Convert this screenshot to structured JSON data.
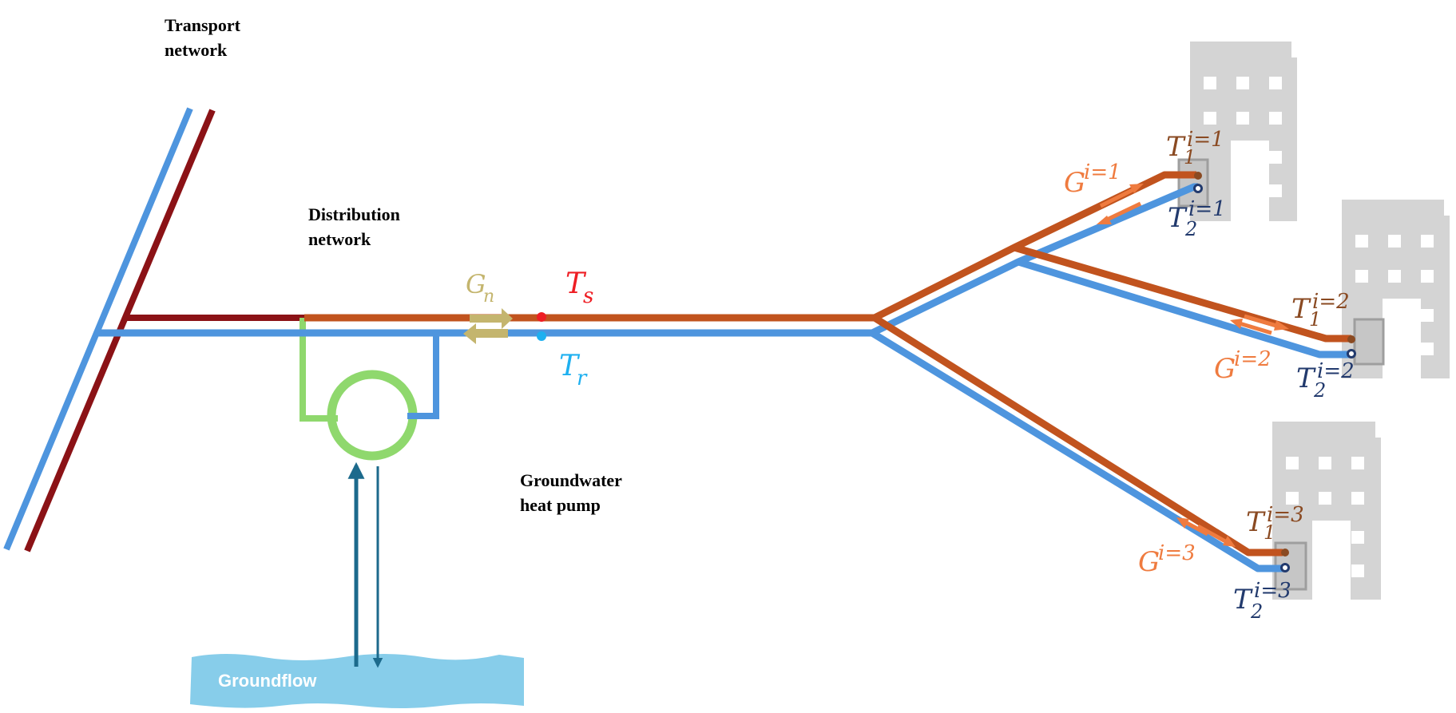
{
  "labels": {
    "transport": [
      "Transport",
      "network"
    ],
    "distribution": [
      "Distribution",
      "network"
    ],
    "heat_pump": [
      "Groundwater",
      "heat pump"
    ],
    "groundflow": "Groundflow"
  },
  "network_symbols": {
    "gn": {
      "base": "G",
      "sub": "n"
    },
    "ts": {
      "base": "T",
      "sub": "s"
    },
    "tr": {
      "base": "T",
      "sub": "r"
    }
  },
  "buildings": [
    {
      "flow": {
        "base": "G",
        "sup": "i=1"
      },
      "t1": {
        "base": "T",
        "sub": "1",
        "sup": "i=1"
      },
      "t2": {
        "base": "T",
        "sub": "2",
        "sup": "i=1"
      }
    },
    {
      "flow": {
        "base": "G",
        "sup": "i=2"
      },
      "t1": {
        "base": "T",
        "sub": "1",
        "sup": "i=2"
      },
      "t2": {
        "base": "T",
        "sub": "2",
        "sup": "i=2"
      }
    },
    {
      "flow": {
        "base": "G",
        "sup": "i=3"
      },
      "t1": {
        "base": "T",
        "sub": "1",
        "sup": "i=3"
      },
      "t2": {
        "base": "T",
        "sub": "2",
        "sup": "i=3"
      }
    }
  ],
  "colors": {
    "supply_pipe": "#c1531e",
    "return_pipe": "#4e95de",
    "transport_supply": "#8b1216",
    "heat_pump": "#8fd86d",
    "groundwater_arrows": "#1c6a8c",
    "groundflow": "#87cdea",
    "flow_arrows_network": "#c4b56e",
    "flow_arrows_buildings": "#ef7b3f",
    "ts_color": "#ee1d23",
    "tr_color": "#1eb0f0",
    "t1_color": "#8a4a22",
    "t2_color": "#223a6d",
    "building": "#d4d4d4"
  }
}
